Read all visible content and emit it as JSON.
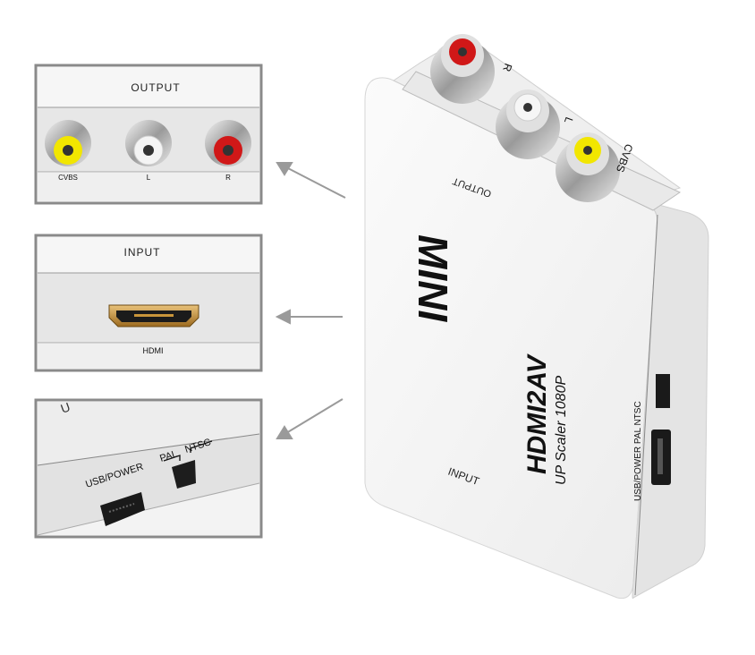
{
  "insets": {
    "output": {
      "title": "OUTPUT",
      "jacks": [
        "CVBS",
        "L",
        "R"
      ]
    },
    "input": {
      "title": "INPUT",
      "port": "HDMI"
    },
    "side": {
      "usb_label": "USB/POWER",
      "pal_label": "PAL",
      "ntsc_label": "NTSC",
      "edge_text": "U"
    }
  },
  "device": {
    "logo": "MINI",
    "model": "HDMI2AV",
    "subtitle": "UP Scaler 1080P",
    "output_label": "OUTPUT",
    "input_label": "INPUT",
    "top_labels": [
      "R",
      "L",
      "CVBS"
    ],
    "side_label": "USB/POWER PAL NTSC"
  },
  "colors": {
    "red": "#d01818",
    "yellow": "#f2e600",
    "white_jack": "#f4f4f4",
    "hdmi_gold": "#c9953a",
    "panel_border": "#8a8a8a"
  }
}
